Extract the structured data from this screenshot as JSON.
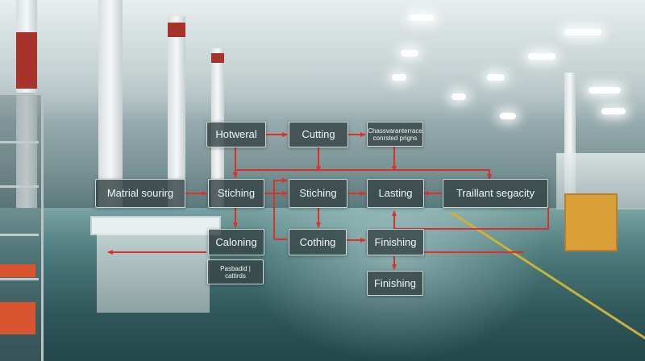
{
  "diagram": {
    "nodes": [
      {
        "id": "hotweral",
        "label": "Hotweral"
      },
      {
        "id": "cutting",
        "label": "Cutting"
      },
      {
        "id": "top-small",
        "label": "Chassvaranterrace conrsted prigns"
      },
      {
        "id": "material-sourcing",
        "label": "Matrial sourirg"
      },
      {
        "id": "stiching-1",
        "label": "Stiching"
      },
      {
        "id": "stiching-2",
        "label": "Stiching"
      },
      {
        "id": "lasting",
        "label": "Lasting"
      },
      {
        "id": "traillant",
        "label": "Traillant segacity"
      },
      {
        "id": "caloning",
        "label": "Caloning"
      },
      {
        "id": "cothing",
        "label": "Cothing"
      },
      {
        "id": "finishing-1",
        "label": "Finishing"
      },
      {
        "id": "bottom-small",
        "label": "Pasbadid | cattirds"
      },
      {
        "id": "finishing-2",
        "label": "Finishing"
      }
    ],
    "colors": {
      "edge": "#d8322b",
      "node_bg": "#364446",
      "node_border": "#ebf2f2"
    }
  }
}
